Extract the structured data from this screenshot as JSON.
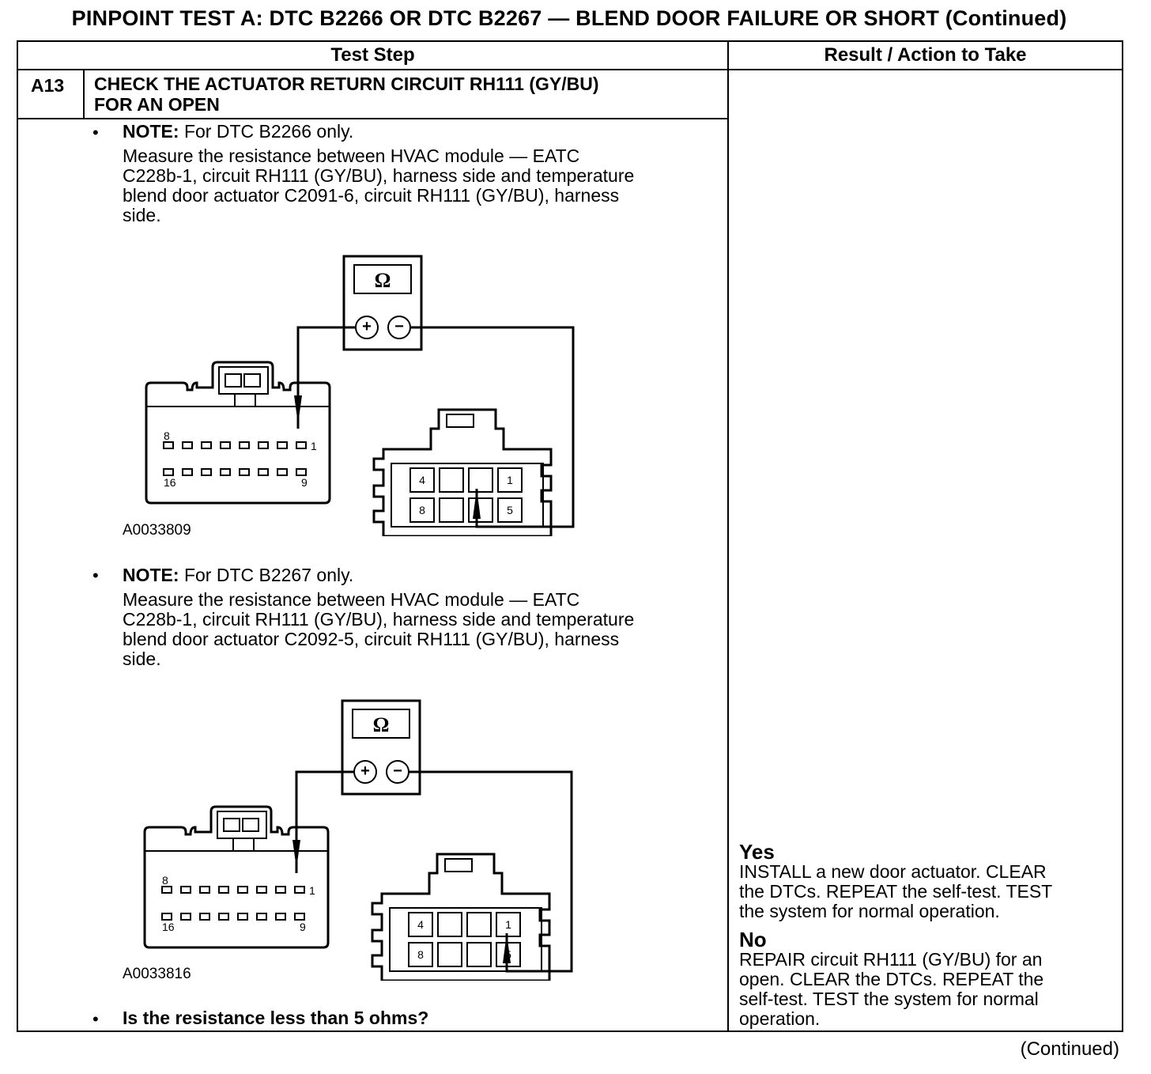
{
  "title": "PINPOINT TEST  A: DTC B2266 OR DTC B2267 — BLEND DOOR FAILURE OR SHORT (Continued)",
  "table": {
    "col_test_step": "Test Step",
    "col_result": "Result / Action to Take"
  },
  "step": {
    "id": "A13",
    "title_line1": "CHECK THE ACTUATOR RETURN CIRCUIT RH111 (GY/BU)",
    "title_line2": "FOR AN OPEN"
  },
  "bullets": {
    "symbol": "•",
    "note1_label": "NOTE:",
    "note1_text": " For DTC B2266 only.",
    "measure1": [
      "Measure the resistance between HVAC module — EATC",
      "C228b-1, circuit RH111 (GY/BU), harness side and temperature",
      "blend door actuator C2091-6, circuit RH111 (GY/BU), harness",
      "side."
    ],
    "fig1_id": "A0033809",
    "note2_label": "NOTE:",
    "note2_text": " For DTC B2267 only.",
    "measure2": [
      "Measure the resistance between HVAC module — EATC",
      "C228b-1, circuit RH111 (GY/BU), harness side and temperature",
      "blend door actuator C2092-5, circuit RH111 (GY/BU), harness",
      "side."
    ],
    "fig2_id": "A0033816",
    "question": "Is the resistance less than 5 ohms?"
  },
  "figure_labels": {
    "meter_symbol": "Ω",
    "plus": "+",
    "minus": "−",
    "pin8": "8",
    "pin1": "1",
    "pin16": "16",
    "pin9": "9",
    "act4": "4",
    "act1": "1",
    "act8": "8",
    "act5": "5"
  },
  "result": {
    "yes_label": "Yes",
    "yes_lines": [
      "INSTALL a new door actuator. CLEAR",
      "the DTCs. REPEAT the self-test. TEST",
      "the system for normal operation."
    ],
    "no_label": "No",
    "no_lines": [
      "REPAIR circuit RH111 (GY/BU) for an",
      "open. CLEAR the DTCs. REPEAT the",
      "self-test. TEST the system for normal",
      "operation."
    ]
  },
  "footer": "(Continued)"
}
